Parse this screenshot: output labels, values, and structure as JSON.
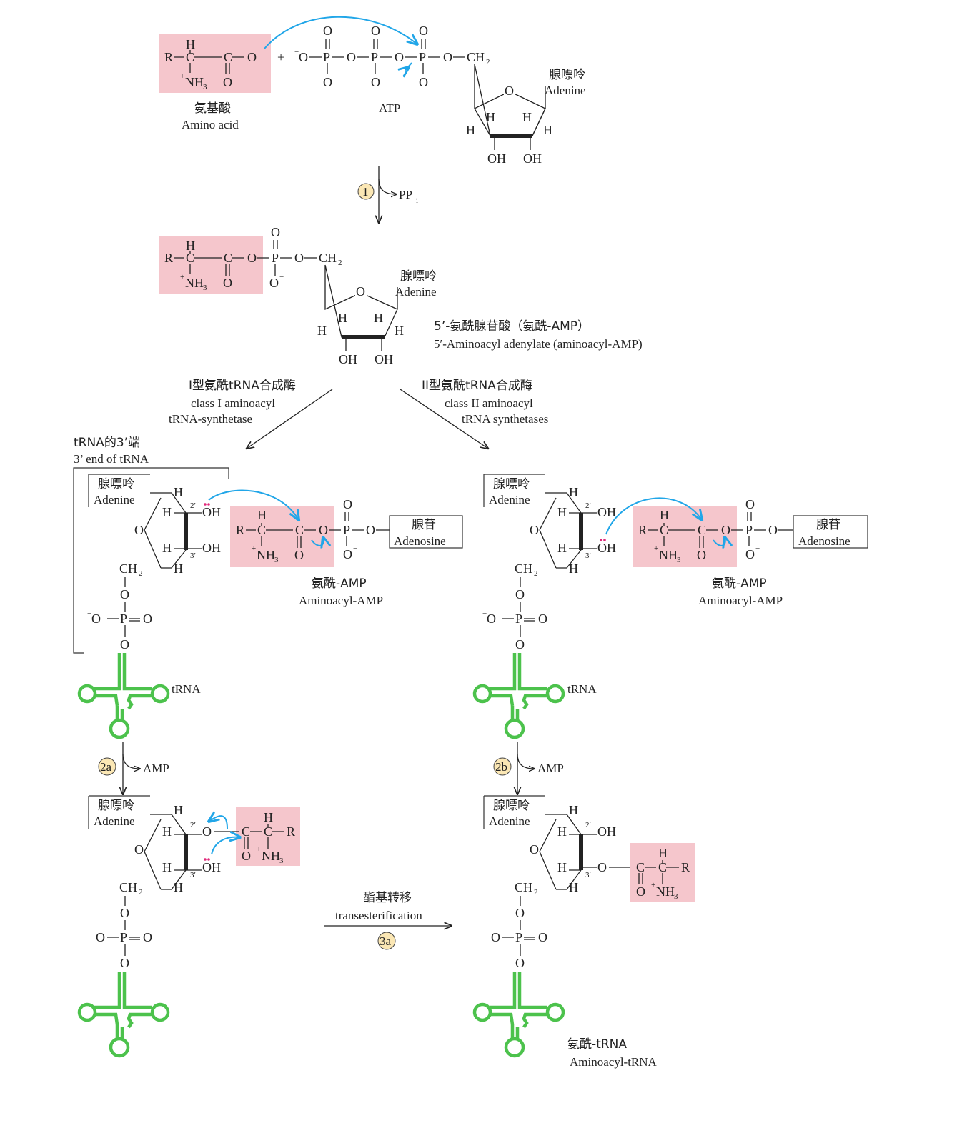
{
  "top": {
    "amino_acid_cn": "氨基酸",
    "amino_acid_en": "Amino acid",
    "atp": "ATP",
    "adenine_cn": "腺嘌呤",
    "adenine_en": "Adenine",
    "plus": "+"
  },
  "step1": {
    "badge": "1",
    "byproduct": "PP",
    "byproduct_sub": "i"
  },
  "intermediate": {
    "adenine_cn": "腺嘌呤",
    "adenine_en": "Adenine",
    "name_cn": "5’-氨酰腺苷酸（氨酰-AMP）",
    "name_en": "5′-Aminoacyl adenylate (aminoacyl-AMP)"
  },
  "class1": {
    "cn": "I型氨酰tRNA合成酶",
    "en_line1": "class I aminoacyl",
    "en_line2": "tRNA-synthetase"
  },
  "class2": {
    "cn": "II型氨酰tRNA合成酶",
    "en_line1": "class II aminoacyl",
    "en_line2": "tRNA synthetases"
  },
  "trna_end": {
    "cn": "tRNA的3’端",
    "en": "3’ end of tRNA"
  },
  "left_mid": {
    "adenine_cn": "腺嘌呤",
    "adenine_en": "Adenine",
    "adenosine_cn": "腺苷",
    "adenosine_en": "Adenosine",
    "aa_amp_cn": "氨酰-AMP",
    "aa_amp_en": "Aminoacyl-AMP",
    "trna": "tRNA"
  },
  "right_mid": {
    "adenine_cn": "腺嘌呤",
    "adenine_en": "Adenine",
    "adenosine_cn": "腺苷",
    "adenosine_en": "Adenosine",
    "aa_amp_cn": "氨酰-AMP",
    "aa_amp_en": "Aminoacyl-AMP",
    "trna": "tRNA"
  },
  "step2a": {
    "badge": "2a",
    "byproduct": "AMP"
  },
  "step2b": {
    "badge": "2b",
    "byproduct": "AMP"
  },
  "left_bottom": {
    "adenine_cn": "腺嘌呤",
    "adenine_en": "Adenine"
  },
  "right_bottom": {
    "adenine_cn": "腺嘌呤",
    "adenine_en": "Adenine",
    "product_cn": "氨酰-tRNA",
    "product_en": "Aminoacyl-tRNA"
  },
  "step3a": {
    "badge": "3a",
    "cn": "酯基转移",
    "en": "transesterification"
  },
  "colors": {
    "highlight": "#f5c6cc",
    "trna": "#4cc24c",
    "curved_arrow": "#21a6e8",
    "step_badge": "#fbe7b4",
    "lone_pair": "#e0287a"
  }
}
